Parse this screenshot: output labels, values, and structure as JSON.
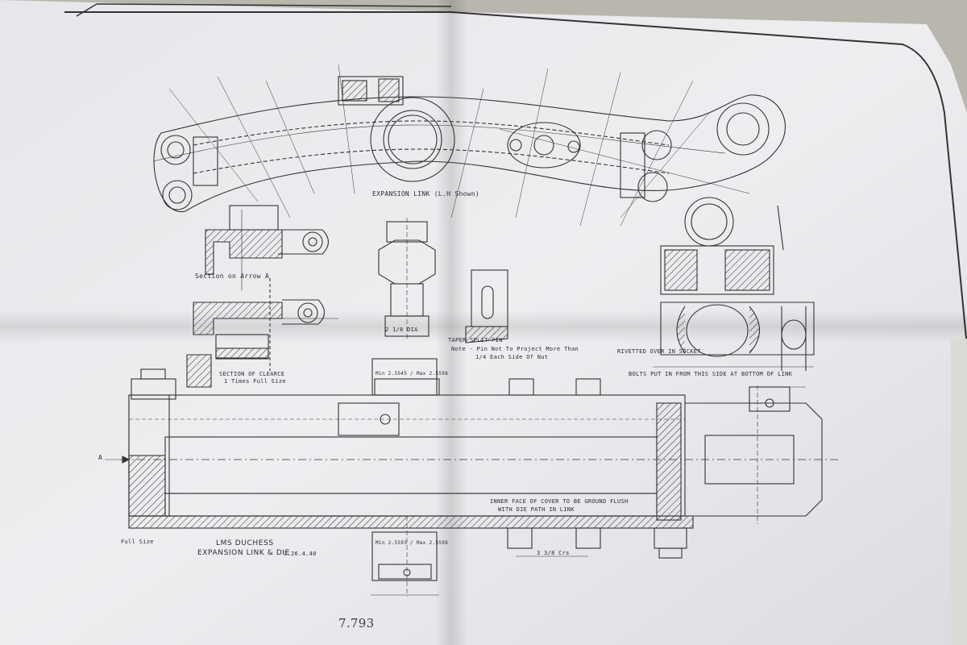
{
  "drawing": {
    "main_title_line1": "LMS DUCHESS",
    "main_title_line2": "EXPANSION LINK & DIE",
    "title_date": "3.26.4.40",
    "full_size": "Full Size",
    "expansion_link_label": "EXPANSION LINK (L.H Shown)",
    "section_arrow": "Section on Arrow A",
    "section_clearance": "SECTION OF CLEARCE",
    "times_full_size": "1 Times Full Size",
    "taper_split_pin": "TAPER SPLIT PIN",
    "pin_note_line1": "Note - Pin Not To Project More Than",
    "pin_note_line2": "1/4 Each Side Of Nut",
    "min_max_top": "Min 2.5545 / Max 2.5598",
    "min_max_bottom": "Min 2.5593 / Max 2.5598",
    "inner_face_note_line1": "INNER FACE OF COVER TO BE GROUND FLUSH",
    "inner_face_note_line2": "WITH DIE PATH IN LINK",
    "bolts_note": "BOLTS PUT IN FROM THIS SIDE AT BOTTOM OF LINK",
    "rivetted_note": "RIVETTED OVER IN SOCKET",
    "arrow_a": "A",
    "dim_centres": "3 3/8 Crs",
    "dim_dia": "2 1/8 DIA",
    "sheet_number": "7.793"
  }
}
